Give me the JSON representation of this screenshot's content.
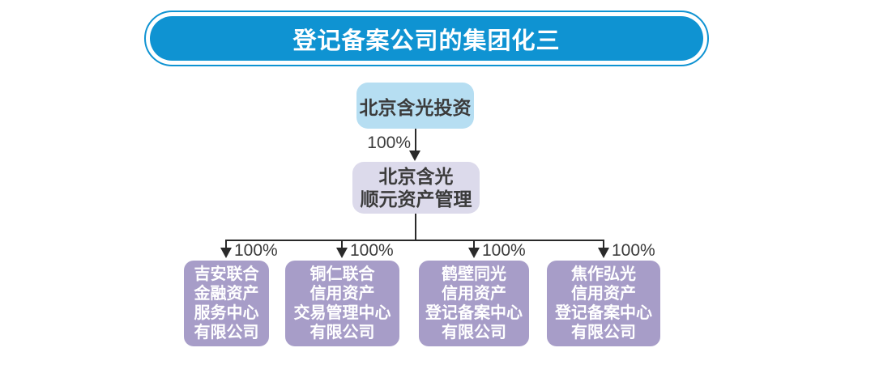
{
  "title": {
    "text": "登记备案公司的集团化三"
  },
  "colors": {
    "banner_blue": "#0f93d2",
    "root_box_blue": "#b6def2",
    "middle_box_lavender": "#dcdaeb",
    "child_box_purple": "#a79dc8",
    "dark_text": "#3b3b3b",
    "line_color": "#2a2a2a",
    "banner_text": "#ffffff",
    "child_text": "#ffffff"
  },
  "nodes": {
    "root": {
      "lines": [
        "北京含光投资"
      ]
    },
    "middle": {
      "lines": [
        "北京含光",
        "顺元资产管理"
      ]
    },
    "children": [
      {
        "lines": [
          "吉安联合",
          "金融资产",
          "服务中心",
          "有限公司"
        ]
      },
      {
        "lines": [
          "铜仁联合",
          "信用资产",
          "交易管理中心",
          "有限公司"
        ]
      },
      {
        "lines": [
          "鹤壁同光",
          "信用资产",
          "登记备案中心",
          "有限公司"
        ]
      },
      {
        "lines": [
          "焦作弘光",
          "信用资产",
          "登记备案中心",
          "有限公司"
        ]
      }
    ]
  },
  "edges": [
    {
      "from": "root",
      "to": "middle",
      "label": "100%"
    },
    {
      "from": "middle",
      "to": "child-1",
      "label": "100%"
    },
    {
      "from": "middle",
      "to": "child-2",
      "label": "100%"
    },
    {
      "from": "middle",
      "to": "child-3",
      "label": "100%"
    },
    {
      "from": "middle",
      "to": "child-4",
      "label": "100%"
    }
  ]
}
